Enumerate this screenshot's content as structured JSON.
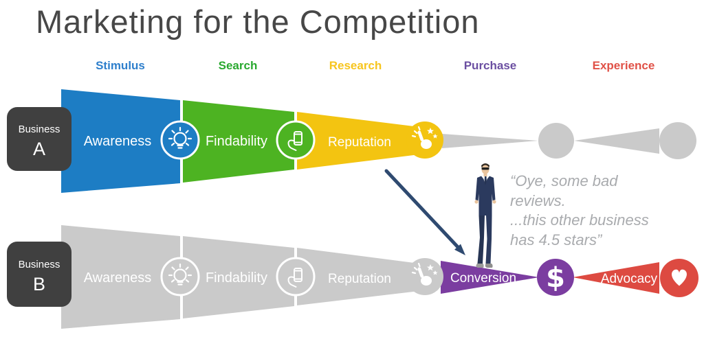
{
  "title": "Marketing for the Competition",
  "stages": [
    {
      "label": "Stimulus",
      "color": "#2e7fcc"
    },
    {
      "label": "Search",
      "color": "#2aa930"
    },
    {
      "label": "Research",
      "color": "#f7c51e"
    },
    {
      "label": "Purchase",
      "color": "#6b4fa1"
    },
    {
      "label": "Experience",
      "color": "#e05147"
    }
  ],
  "colors": {
    "blue": "#1d7dc4",
    "green": "#4db322",
    "yellow": "#f3c411",
    "purple": "#7b3da0",
    "red": "#dd4a41",
    "gray": "#cacaca",
    "dark_box": "#404040",
    "arrow": "#2f4a70",
    "quote_text": "#a9abae",
    "title_text": "#474747"
  },
  "business_a": {
    "badge_line1": "Business",
    "badge_line2": "A",
    "segments": [
      {
        "label": "Awareness"
      },
      {
        "label": "Findability"
      },
      {
        "label": "Reputation"
      }
    ]
  },
  "business_b": {
    "badge_line1": "Business",
    "badge_line2": "B",
    "segments": [
      {
        "label": "Awareness"
      },
      {
        "label": "Findability"
      },
      {
        "label": "Reputation"
      },
      {
        "label": "Conversion"
      },
      {
        "label": "Advocacy"
      }
    ]
  },
  "symbols": {
    "dollar": "$"
  },
  "icons": [
    "lightbulb-icon",
    "phone-in-hand-icon",
    "tap-stars-icon",
    "dollar-icon",
    "heart-icon"
  ],
  "quote": {
    "lines": [
      "“Oye, some bad",
      "reviews.",
      "...this other business",
      "has 4.5 stars”"
    ]
  }
}
